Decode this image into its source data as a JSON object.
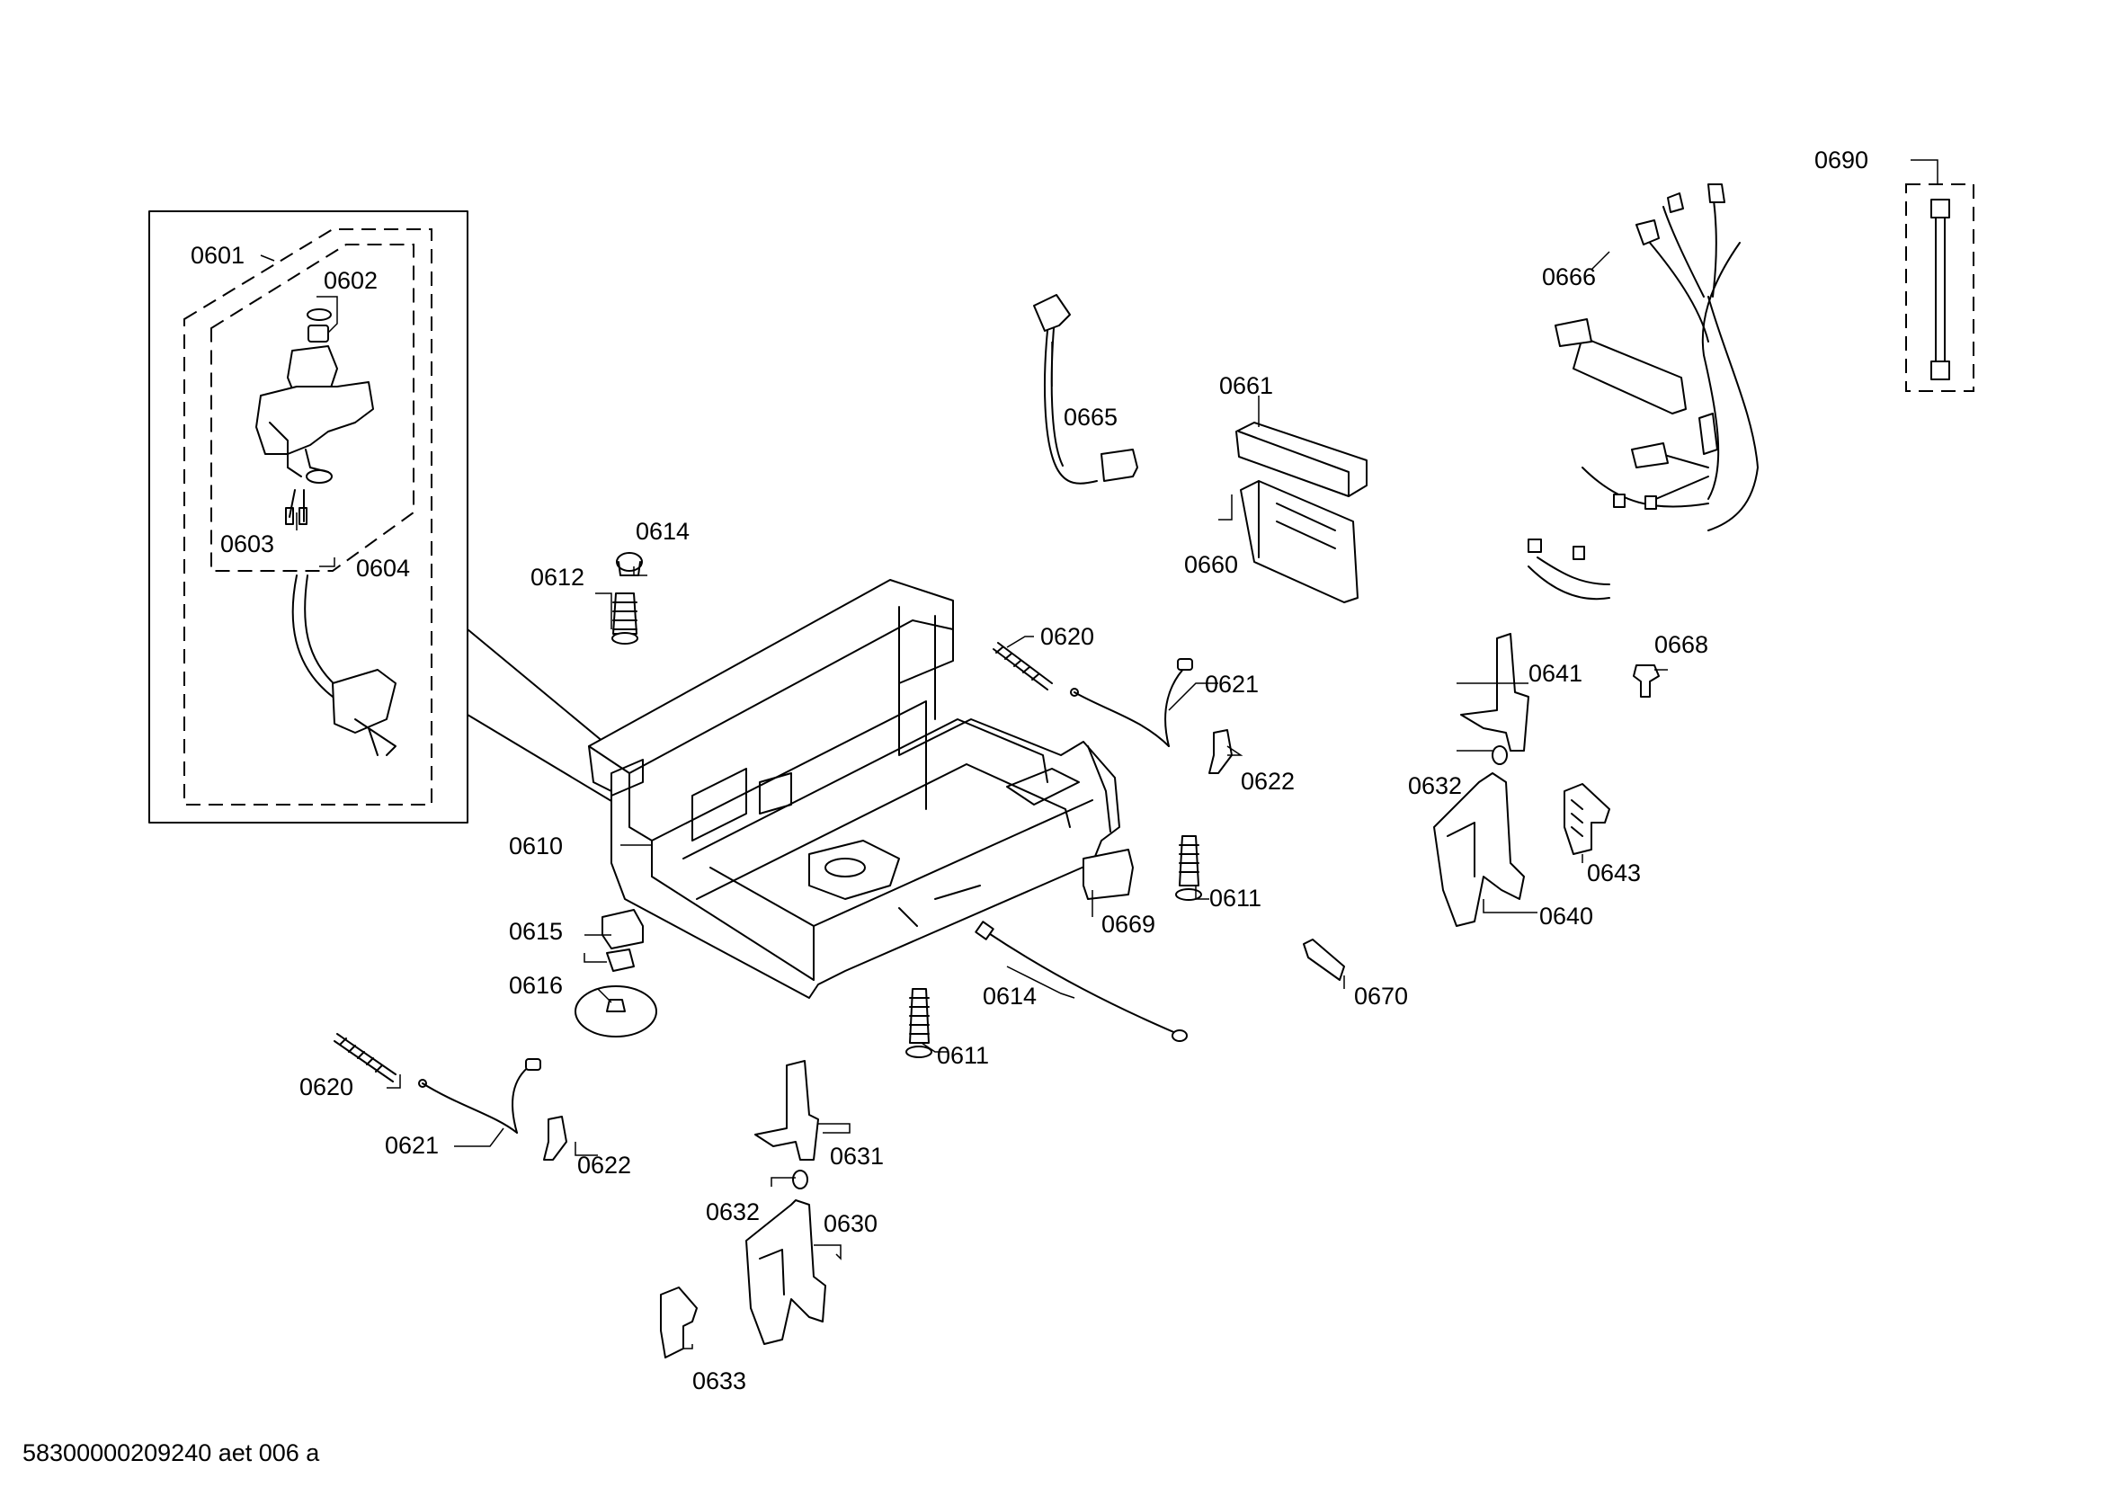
{
  "diagram": {
    "footer": "58300000209240 aet 006 a",
    "labels": {
      "l0601": "0601",
      "l0602": "0602",
      "l0603": "0603",
      "l0604": "0604",
      "l0610": "0610",
      "l0611a": "0611",
      "l0611b": "0611",
      "l0612": "0612",
      "l0614a": "0614",
      "l0614b": "0614",
      "l0615": "0615",
      "l0616": "0616",
      "l0620a": "0620",
      "l0620b": "0620",
      "l0621a": "0621",
      "l0621b": "0621",
      "l0622a": "0622",
      "l0622b": "0622",
      "l0630": "0630",
      "l0631": "0631",
      "l0632a": "0632",
      "l0632b": "0632",
      "l0633": "0633",
      "l0640": "0640",
      "l0641": "0641",
      "l0643": "0643",
      "l0660": "0660",
      "l0661": "0661",
      "l0665": "0665",
      "l0666": "0666",
      "l0668": "0668",
      "l0669": "0669",
      "l0670": "0670",
      "l0690": "0690"
    }
  }
}
